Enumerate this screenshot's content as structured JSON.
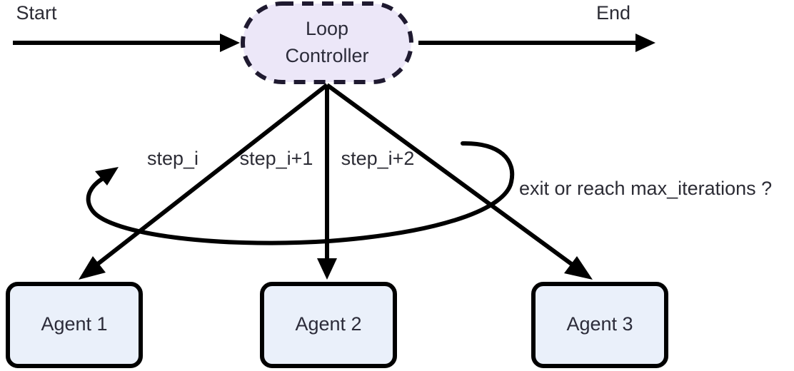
{
  "diagram": {
    "title_node": {
      "id": "loop-controller",
      "label_line1": "Loop",
      "label_line2": "Controller",
      "shape": "dashed-stadium",
      "fill": "#ece7f8",
      "stroke": "#1f1a30"
    },
    "terminals": {
      "start_label": "Start",
      "end_label": "End"
    },
    "agents": [
      {
        "id": "agent-1",
        "label": "Agent 1",
        "fill": "#eaf0fa",
        "stroke": "#000000"
      },
      {
        "id": "agent-2",
        "label": "Agent 2",
        "fill": "#eaf0fa",
        "stroke": "#000000"
      },
      {
        "id": "agent-3",
        "label": "Agent 3",
        "fill": "#eaf0fa",
        "stroke": "#000000"
      }
    ],
    "edge_labels": {
      "step_i": "step_i",
      "step_i_plus_1": "step_i+1",
      "step_i_plus_2": "step_i+2",
      "feedback": "exit or reach max_iterations ?"
    },
    "colors": {
      "background": "#ffffff",
      "edge": "#000000",
      "text": "#2c2c35",
      "controller_fill": "#ece7f8",
      "agent_fill": "#eaf0fa"
    }
  }
}
